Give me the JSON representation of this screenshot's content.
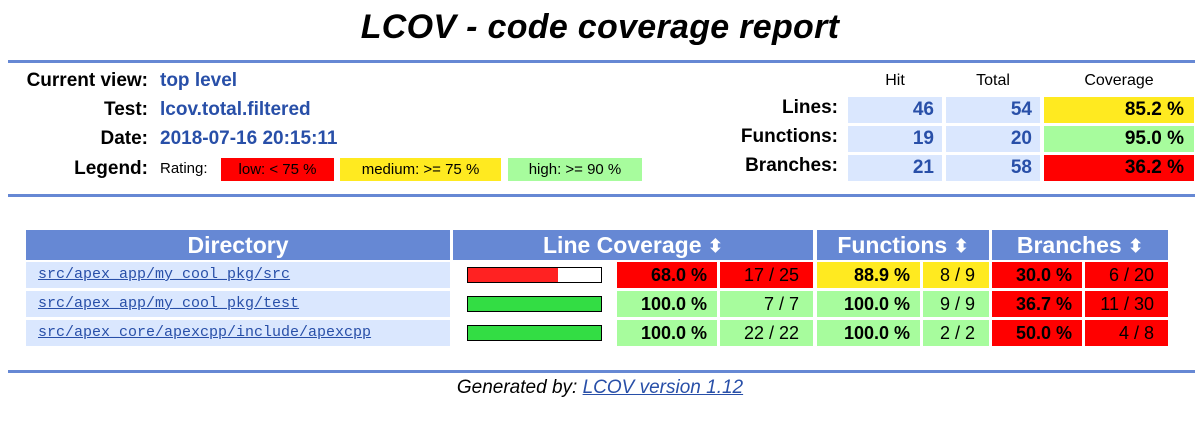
{
  "title": "LCOV - code coverage report",
  "info": {
    "current_view_label": "Current view:",
    "current_view_value": "top level",
    "test_label": "Test:",
    "test_value": "lcov.total.filtered",
    "date_label": "Date:",
    "date_value": "2018-07-16 20:15:11",
    "legend_label": "Legend:",
    "rating_label": "Rating:",
    "legend_low": "low: < 75 %",
    "legend_medium": "medium: >= 75 %",
    "legend_high": "high: >= 90 %"
  },
  "summary": {
    "headers": {
      "hit": "Hit",
      "total": "Total",
      "coverage": "Coverage"
    },
    "rows": [
      {
        "label": "Lines:",
        "hit": "46",
        "total": "54",
        "coverage": "85.2 %",
        "rating": "medium"
      },
      {
        "label": "Functions:",
        "hit": "19",
        "total": "20",
        "coverage": "95.0 %",
        "rating": "high"
      },
      {
        "label": "Branches:",
        "hit": "21",
        "total": "58",
        "coverage": "36.2 %",
        "rating": "low"
      }
    ]
  },
  "table": {
    "headers": {
      "directory": "Directory",
      "line": "Line Coverage",
      "functions": "Functions",
      "branches": "Branches"
    },
    "rows": [
      {
        "directory": "src/apex_app/my_cool_pkg/src",
        "line_fraction": 0.68,
        "line_pct": "68.0 %",
        "line_count": "17 / 25",
        "line_rating": "low",
        "func_pct": "88.9 %",
        "func_count": "8 / 9",
        "func_rating": "medium",
        "branch_pct": "30.0 %",
        "branch_count": "6 / 20",
        "branch_rating": "low"
      },
      {
        "directory": "src/apex_app/my_cool_pkg/test",
        "line_fraction": 1.0,
        "line_pct": "100.0 %",
        "line_count": "7 / 7",
        "line_rating": "high",
        "func_pct": "100.0 %",
        "func_count": "9 / 9",
        "func_rating": "high",
        "branch_pct": "36.7 %",
        "branch_count": "11 / 30",
        "branch_rating": "low"
      },
      {
        "directory": "src/apex_core/apexcpp/include/apexcpp",
        "line_fraction": 1.0,
        "line_pct": "100.0 %",
        "line_count": "22 / 22",
        "line_rating": "high",
        "func_pct": "100.0 %",
        "func_count": "2 / 2",
        "func_rating": "high",
        "branch_pct": "50.0 %",
        "branch_count": "4 / 8",
        "branch_rating": "low"
      }
    ]
  },
  "footer": {
    "prefix": "Generated by:",
    "link": "LCOV version 1.12"
  },
  "colors": {
    "rule": "#6688d4",
    "link": "#284fa8",
    "low": "#ff0000",
    "medium": "#ffea20",
    "high": "#a7fc9d",
    "bar_high": "#33dd44",
    "bar_low": "#ff2222",
    "cell_blue": "#dae7fe"
  }
}
